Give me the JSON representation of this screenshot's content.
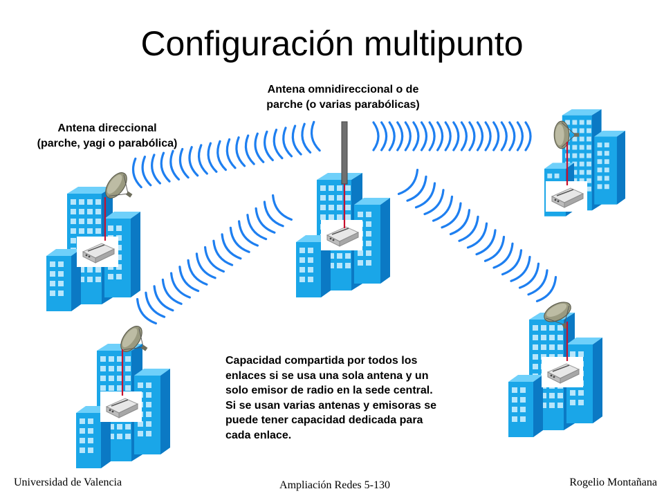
{
  "title": "Configuración multipunto",
  "labels": {
    "omni_antenna": [
      "Antena omnidireccional o de",
      "parche (o varias parabólicas)"
    ],
    "directional_antenna": [
      "Antena direccional",
      "(parche, yagi o parabólica)"
    ]
  },
  "note_lines": [
    "Capacidad compartida por todos los",
    "enlaces si se usa una sola antena y un",
    "solo emisor de radio en la sede central.",
    "Si se usan varias antenas y emisoras se",
    "puede tener capacidad dedicada para",
    "cada enlace."
  ],
  "footer": {
    "left": "Universidad de Valencia",
    "center": "Ampliación Redes 5-130",
    "right": "Rogelio Montañana"
  },
  "colors": {
    "building_front": "#1aa6e8",
    "building_side": "#0b79c4",
    "building_top": "#6fd0fa",
    "window": "#b8e6fb",
    "wave": "#1e7ff0",
    "cable": "#c8102e",
    "antenna_mast": "#6f6f6f",
    "dish": "#9a9a80"
  },
  "icons": {
    "building": "building-icon",
    "router": "wireless-router-icon",
    "dish": "parabolic-dish-icon",
    "omni": "omnidirectional-antenna-icon"
  }
}
